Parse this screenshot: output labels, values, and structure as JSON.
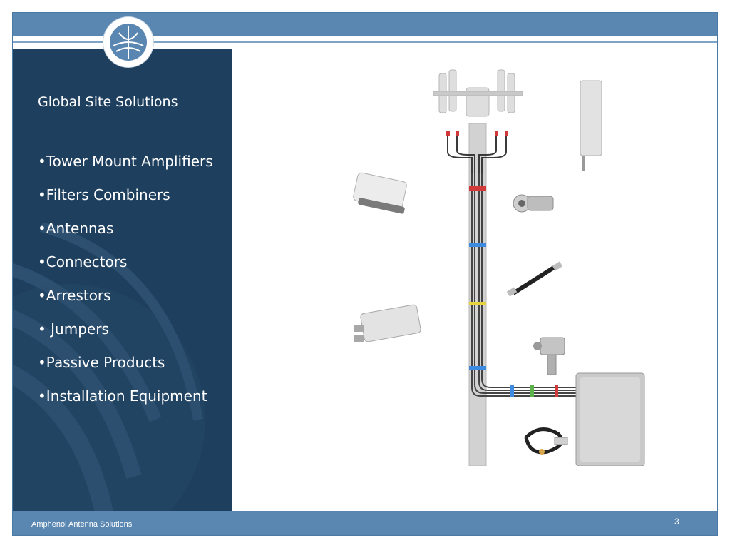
{
  "panel": {
    "title": "Global Site Solutions",
    "bullets": [
      "•Tower Mount Amplifiers",
      "•Filters Combiners",
      "•Antennas",
      "•Connectors",
      "•Arrestors",
      "• Jumpers",
      "•Passive Products",
      "•Installation Equipment"
    ]
  },
  "footer": {
    "company": "Amphenol Antenna Solutions",
    "page_number": "3"
  },
  "colors": {
    "top_bar": "#5a87b1",
    "panel": "#1e3f5e",
    "tag_red": "#d23a3a",
    "tag_blue": "#3c8be0",
    "tag_yellow": "#e6d23a",
    "tag_green": "#5cb24a"
  }
}
